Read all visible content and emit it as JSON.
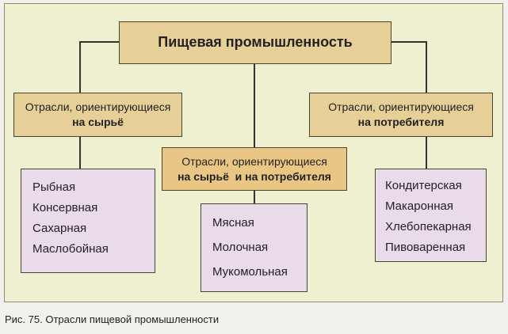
{
  "title": "Пищевая промышленность",
  "groups": {
    "raw": {
      "line1": "Отрасли, ориентирующиеся",
      "line2": "на сырьё",
      "items": [
        "Рыбная",
        "Консервная",
        "Сахарная",
        "Маслобойная"
      ]
    },
    "both": {
      "line1": "Отрасли, ориентирующиеся",
      "line2": "на сырьё  и на потребителя",
      "items": [
        "Мясная",
        "Молочная",
        "Мукомольная"
      ]
    },
    "consumer": {
      "line1": "Отрасли, ориентирующиеся",
      "line2": "на потребителя",
      "items": [
        "Кондитерская",
        "Макаронная",
        "Хлебопекарная",
        "Пивоваренная"
      ]
    }
  },
  "caption": "Рис. 75. Отрасли пищевой промышленности"
}
